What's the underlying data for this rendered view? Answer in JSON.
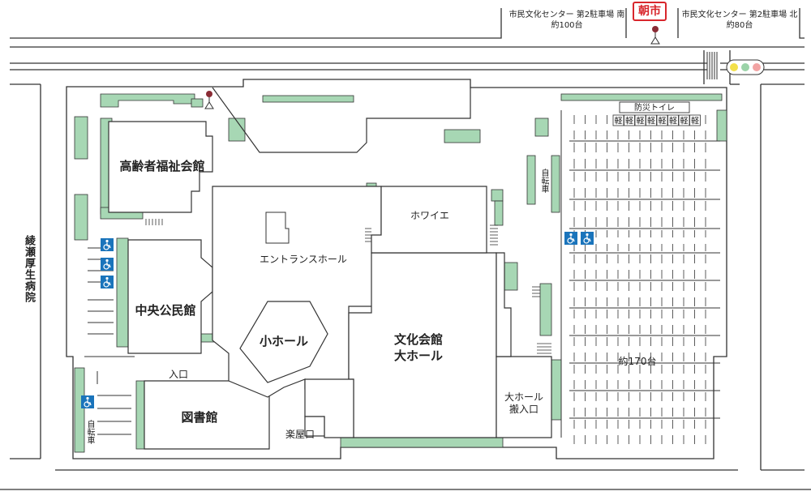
{
  "top": {
    "market": "朝市",
    "lot_south": {
      "name": "市民文化センター 第2駐車場 南",
      "capacity": "約100台"
    },
    "lot_north": {
      "name": "市民文化センター 第2駐車場 北",
      "capacity": "約80台"
    }
  },
  "hospital": "綾瀬厚生病院",
  "buildings": {
    "elderly_center": "高齢者福祉会館",
    "community_hall": "中央公民館",
    "library": "図書館",
    "small_hall": "小ホール",
    "culture_hall_line1": "文化会館",
    "culture_hall_line2": "大ホール",
    "foyer": "ホワイエ",
    "entrance_hall": "エントランスホール"
  },
  "labels": {
    "entrance": "入口",
    "backstage_entrance": "楽屋口",
    "loading_line1": "大ホール",
    "loading_line2": "搬入口",
    "bicycle": "自転車",
    "disaster_toilet": "防災トイレ",
    "kei": "軽",
    "main_lot_capacity": "約170台"
  },
  "colors": {
    "green": "#a7d7b4",
    "market_red": "#d8262c",
    "outline": "#333333",
    "accessible_blue": "#1a74bb",
    "signal_yellow": "#f3e04a",
    "signal_green": "#9bd3a8",
    "signal_red": "#f2a3a3"
  },
  "icons": [
    "wheelchair-icon",
    "traffic-signal-icon",
    "market-pin-icon"
  ]
}
